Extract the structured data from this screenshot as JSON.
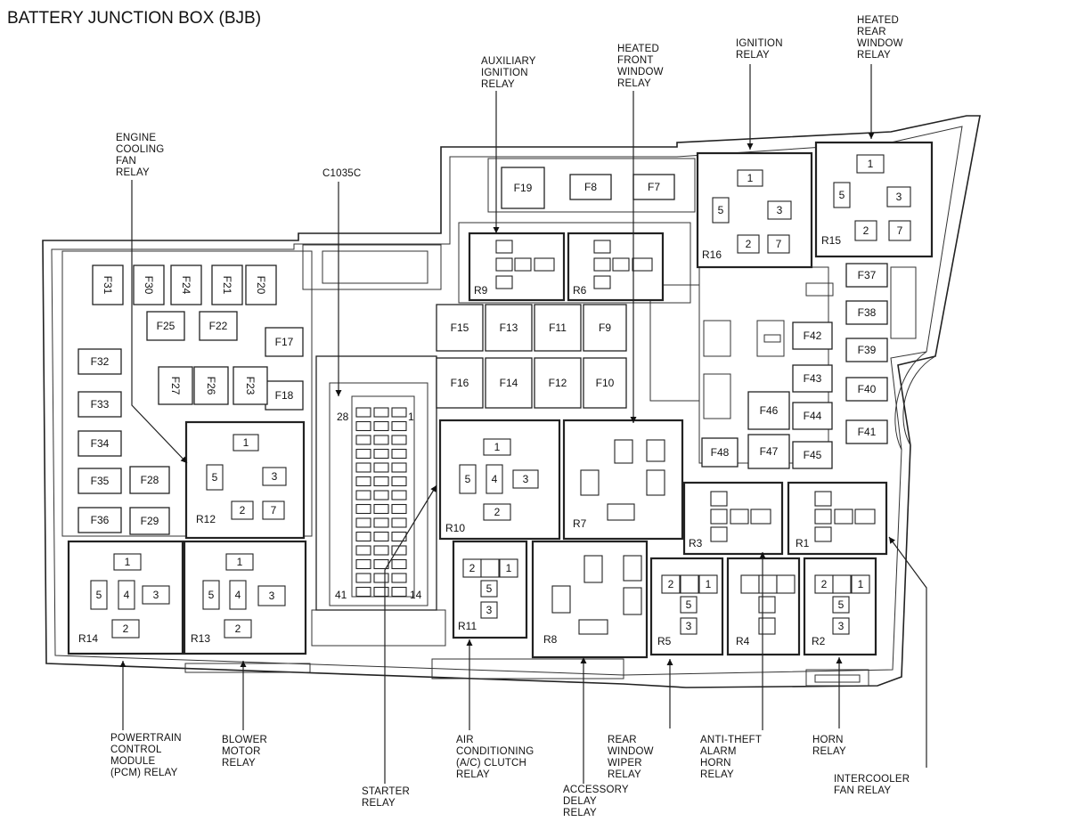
{
  "title": "BATTERY JUNCTION BOX (BJB)",
  "captions": {
    "aux_ign": [
      "AUXILIARY",
      "IGNITION",
      "RELAY"
    ],
    "heated_front": [
      "HEATED",
      "FRONT",
      "WINDOW",
      "RELAY"
    ],
    "ign": [
      "IGNITION",
      "RELAY"
    ],
    "heated_rear": [
      "HEATED",
      "REAR",
      "WINDOW",
      "RELAY"
    ],
    "eng_cool": [
      "ENGINE",
      "COOLING",
      "FAN",
      "RELAY"
    ],
    "c1035c": [
      "C1035C"
    ],
    "pcm": [
      "POWERTRAIN",
      "CONTROL",
      "MODULE",
      "(PCM) RELAY"
    ],
    "blower": [
      "BLOWER",
      "MOTOR",
      "RELAY"
    ],
    "starter": [
      "STARTER",
      "RELAY"
    ],
    "ac": [
      "AIR",
      "CONDITIONING",
      "(A/C) CLUTCH",
      "RELAY"
    ],
    "accessory": [
      "ACCESSORY",
      "DELAY",
      "RELAY"
    ],
    "rear_wiper": [
      "REAR",
      "WINDOW",
      "WIPER",
      "RELAY"
    ],
    "antitheft": [
      "ANTI-THEFT",
      "ALARM",
      "HORN",
      "RELAY"
    ],
    "horn": [
      "HORN",
      "RELAY"
    ],
    "intercooler": [
      "INTERCOOLER",
      "FAN RELAY"
    ]
  },
  "fuses": [
    "F7",
    "F8",
    "F9",
    "F10",
    "F11",
    "F12",
    "F13",
    "F14",
    "F15",
    "F16",
    "F17",
    "F18",
    "F19",
    "F20",
    "F21",
    "F22",
    "F23",
    "F24",
    "F25",
    "F26",
    "F27",
    "F28",
    "F29",
    "F30",
    "F31",
    "F32",
    "F33",
    "F34",
    "F35",
    "F36",
    "F37",
    "F38",
    "F39",
    "F40",
    "F41",
    "F42",
    "F43",
    "F44",
    "F45",
    "F46",
    "F47",
    "F48"
  ],
  "relays": [
    "R1",
    "R2",
    "R3",
    "R4",
    "R5",
    "R6",
    "R7",
    "R8",
    "R9",
    "R10",
    "R11",
    "R12",
    "R13",
    "R14",
    "R15",
    "R16"
  ],
  "pins": [
    "1",
    "2",
    "3",
    "4",
    "5",
    "7"
  ],
  "connector_pins": [
    "28",
    "1",
    "41",
    "14"
  ]
}
